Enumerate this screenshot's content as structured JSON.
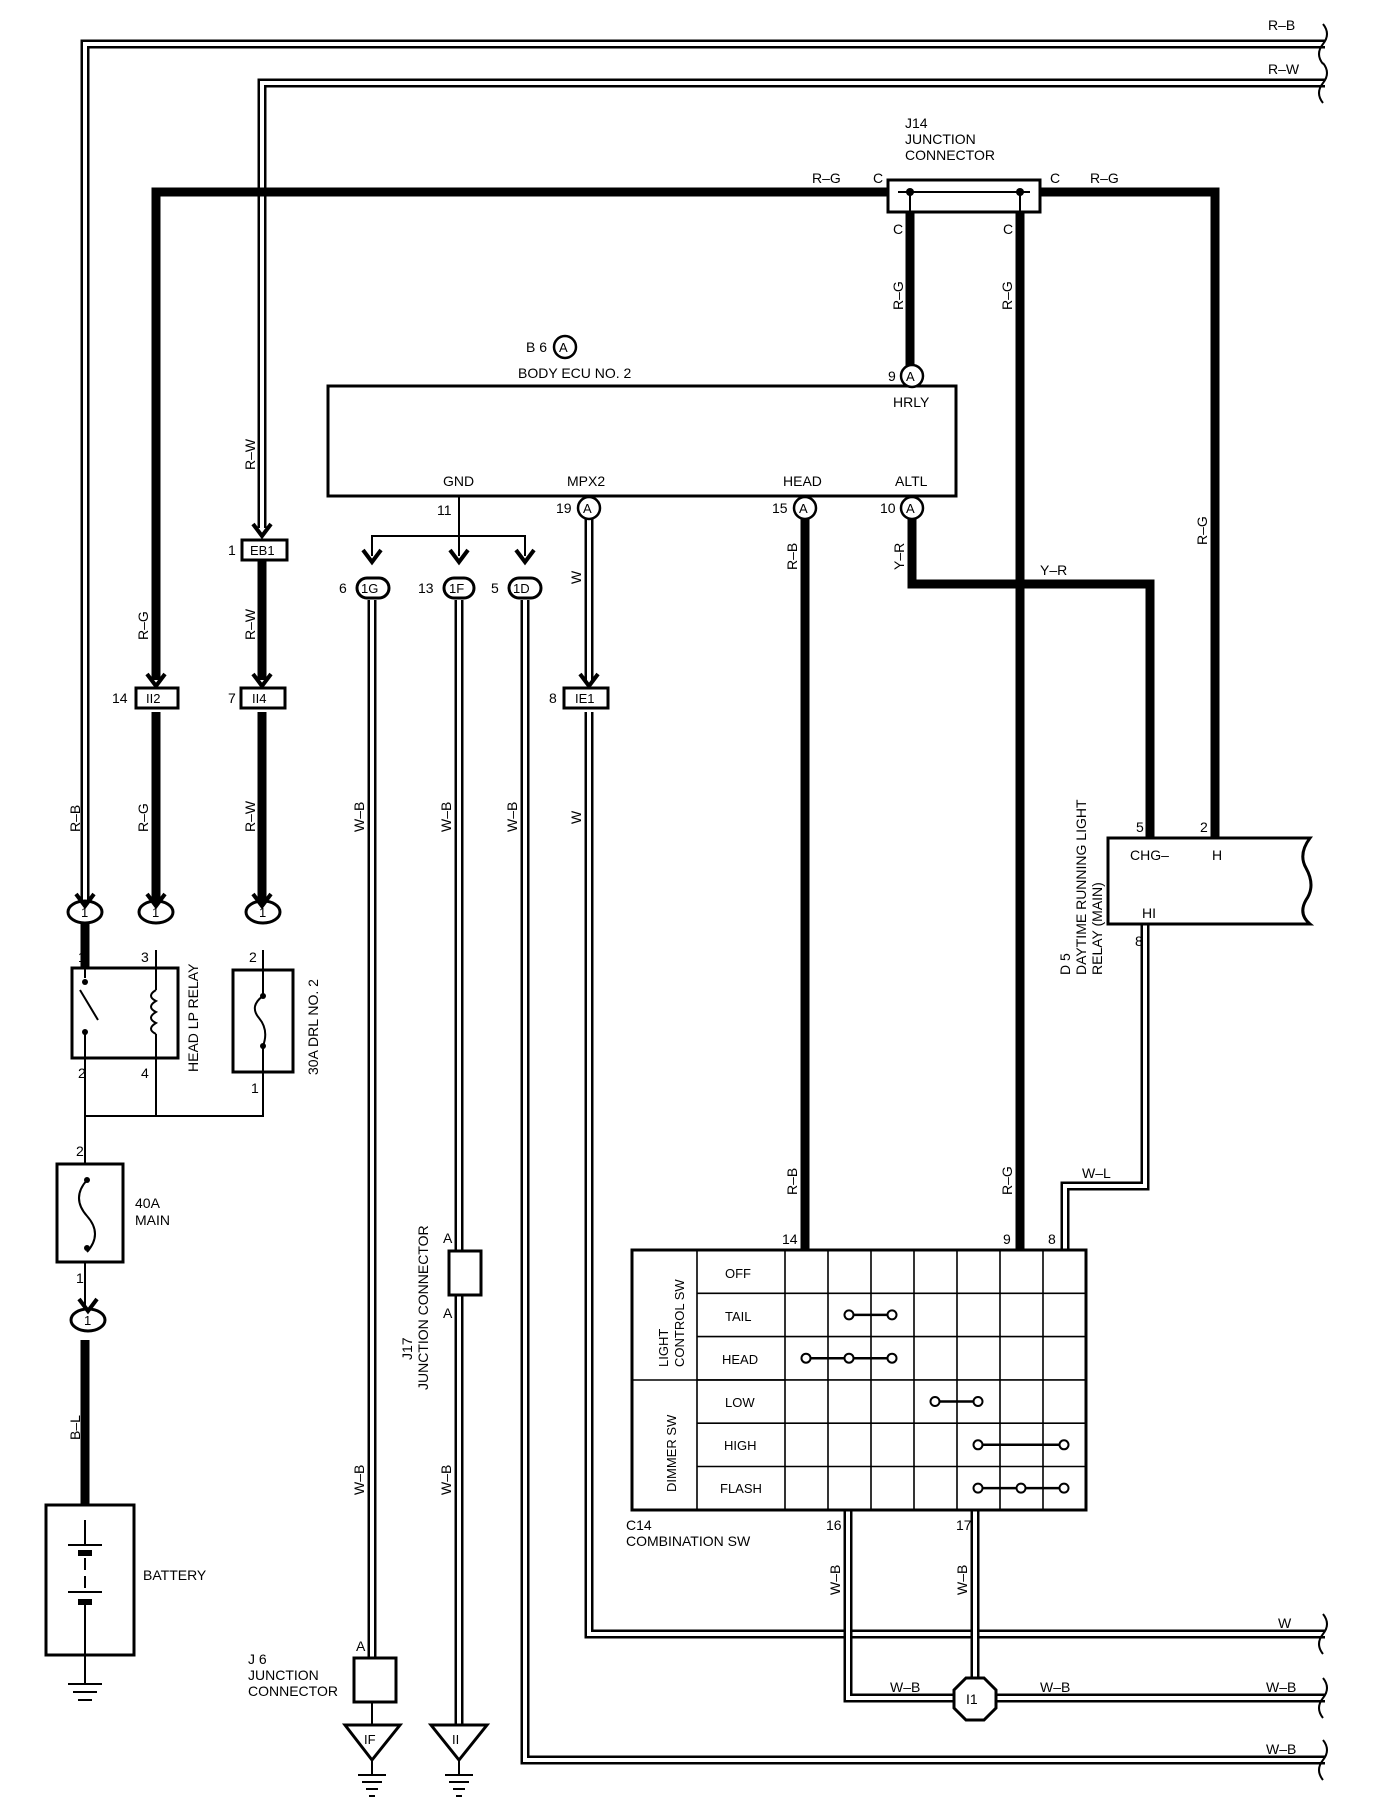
{
  "wire_colors": {
    "rb": "R–B",
    "rw": "R–W",
    "rg": "R–G",
    "w": "W",
    "wb": "W–B",
    "yr": "Y–R",
    "wl": "W–L",
    "bl": "B–L"
  },
  "components": {
    "j14": {
      "id": "J14",
      "name_line1": "JUNCTION",
      "name_line2": "CONNECTOR",
      "pin": "C"
    },
    "b6": {
      "id": "B 6",
      "badge": "A",
      "name": "BODY ECU NO. 2",
      "terminals": [
        "HRLY",
        "GND",
        "MPX2",
        "HEAD",
        "ALTL"
      ],
      "pins": [
        "9",
        "11",
        "19",
        "15",
        "10"
      ]
    },
    "connectors": {
      "eb1": "EB1",
      "ii2": "II2",
      "ii4": "II4",
      "ie1": "IE1",
      "c1g": "1G",
      "c1f": "1F",
      "c1d": "1D",
      "one": "1"
    },
    "pins": {
      "p1": "1",
      "p2": "2",
      "p3": "3",
      "p4": "4",
      "p5": "5",
      "p6": "6",
      "p7": "7",
      "p8": "8",
      "p9": "9",
      "p13": "13",
      "p14": "14",
      "p16": "16",
      "p17": "17",
      "pA": "A"
    },
    "head_relay": "HEAD LP RELAY",
    "drl_fuse": "30A DRL NO. 2",
    "main_fuse_line1": "40A",
    "main_fuse_line2": "MAIN",
    "battery": "BATTERY",
    "d5": {
      "id": "D 5",
      "name_line1": "DAYTIME RUNNING LIGHT",
      "name_line2": "RELAY (MAIN)",
      "t_chg": "CHG–",
      "t_h": "H",
      "t_hi": "HI"
    },
    "j17": {
      "id": "J17",
      "name": "JUNCTION CONNECTOR"
    },
    "j6": {
      "id": "J 6",
      "name_line1": "JUNCTION",
      "name_line2": "CONNECTOR"
    },
    "c14": {
      "id": "C14",
      "name": "COMBINATION SW",
      "group1_line1": "LIGHT",
      "group1_line2": "CONTROL SW",
      "group2": "DIMMER SW",
      "rows": [
        "OFF",
        "TAIL",
        "HEAD",
        "LOW",
        "HIGH",
        "FLASH"
      ]
    },
    "grounds": {
      "if": "IF",
      "ii": "II",
      "i1": "I1"
    }
  }
}
